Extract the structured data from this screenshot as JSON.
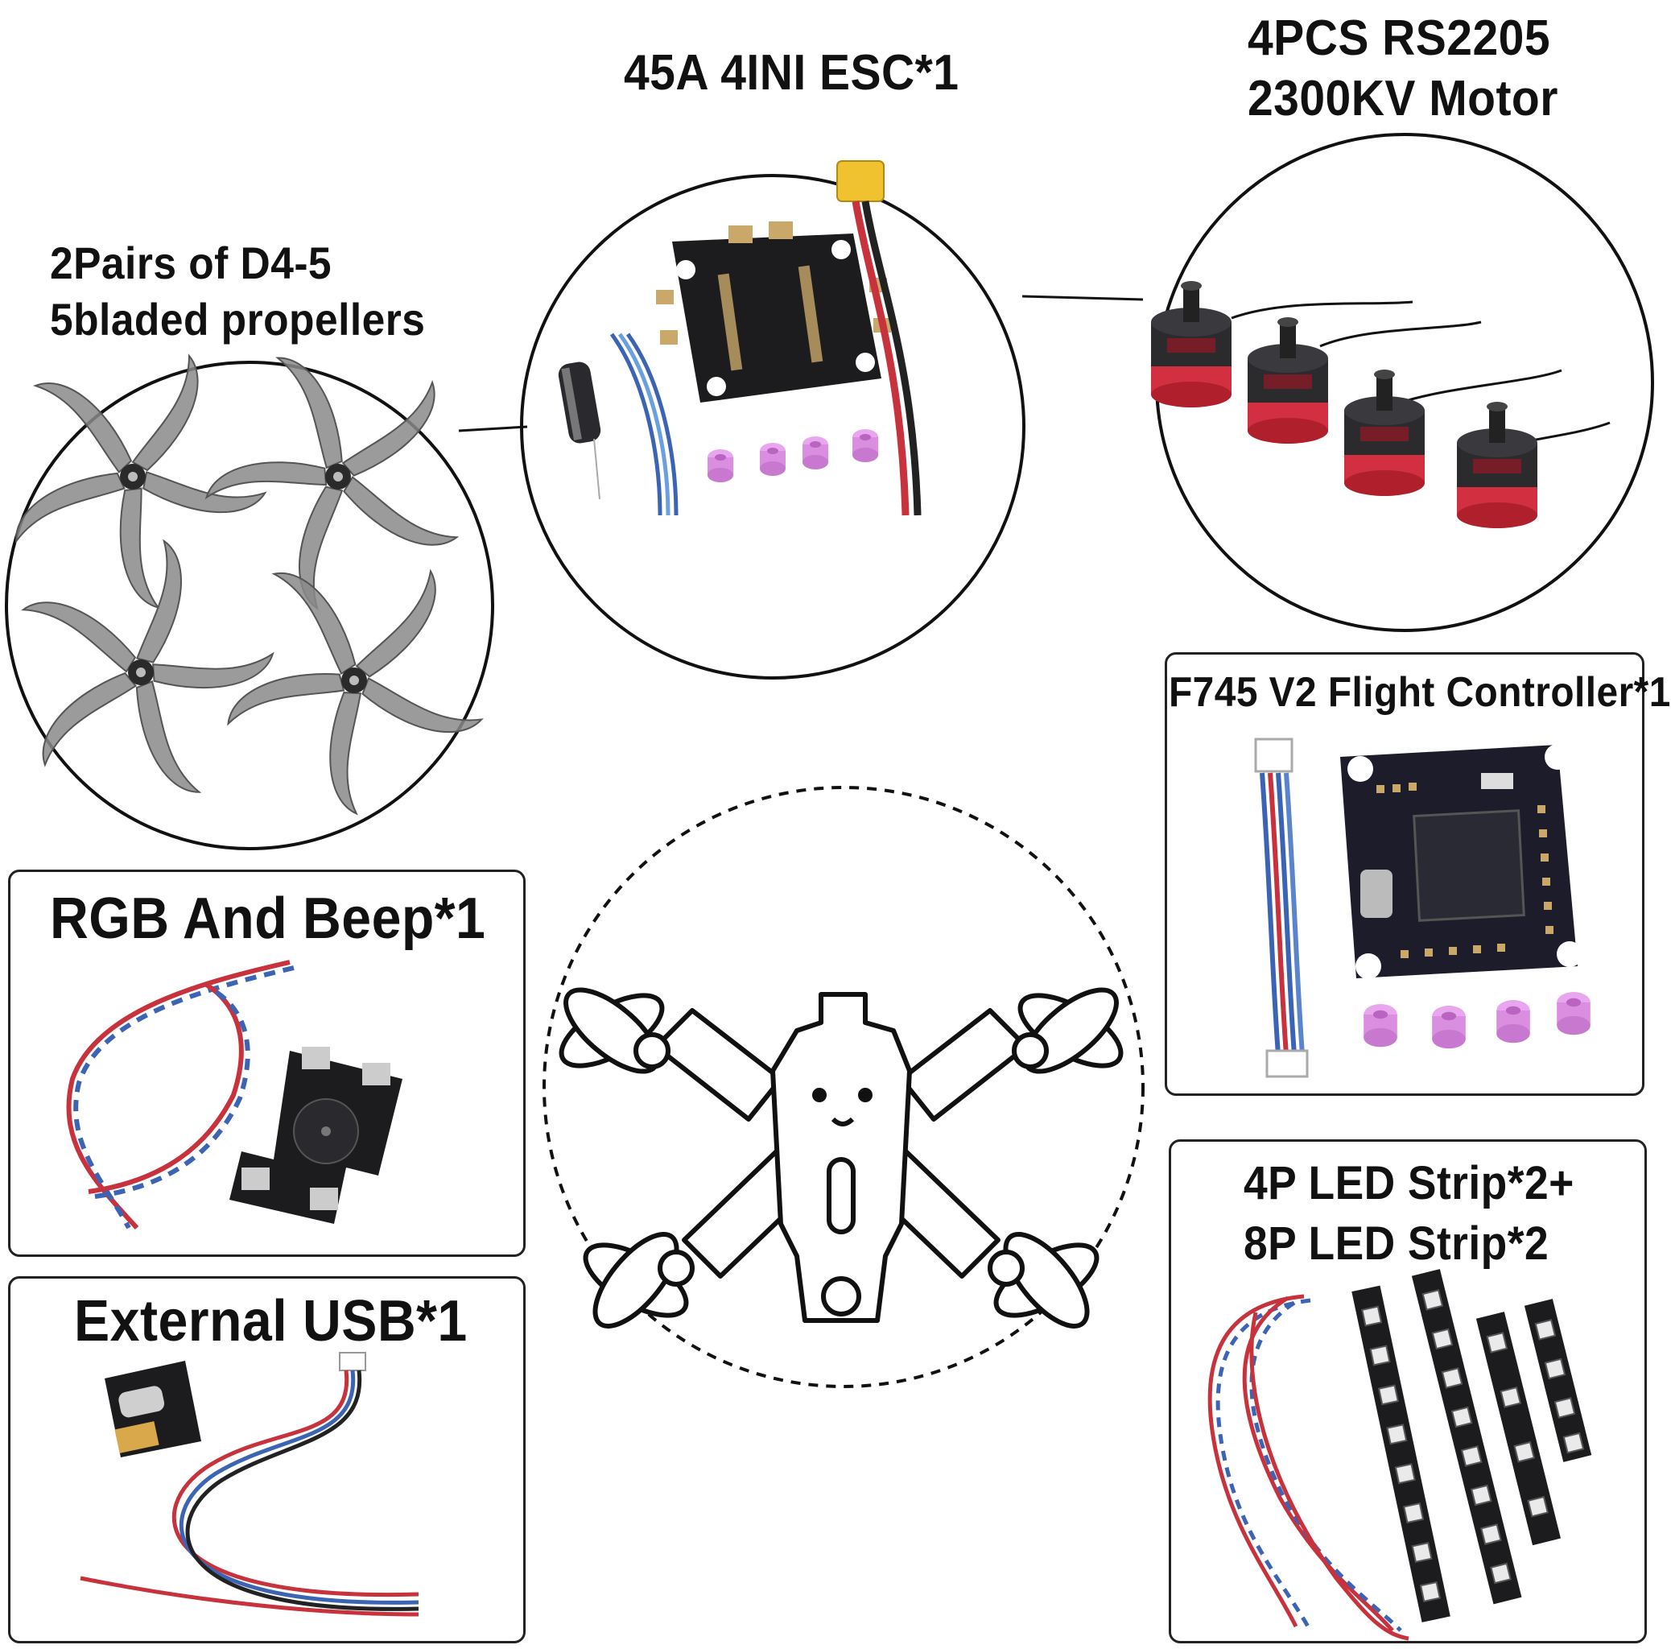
{
  "components": {
    "propellers": {
      "line1": "2Pairs of D4-5",
      "line2": "5bladed propellers"
    },
    "esc": {
      "label": "45A 4INI ESC*1"
    },
    "motors": {
      "line1": "4PCS RS2205",
      "line2": "2300KV Motor"
    },
    "flight_controller": {
      "label": "F745 V2 Flight Controller*1"
    },
    "rgb_beep": {
      "label": "RGB And Beep*1"
    },
    "external_usb": {
      "label": "External USB*1"
    },
    "led_strip": {
      "line1": "4P LED Strip*2+",
      "line2": "8P LED Strip*2"
    }
  },
  "colors": {
    "wire_red": "#c8323c",
    "wire_blue": "#3c64b4",
    "motor_red": "#d23040",
    "pink_pad": "#d98ee0",
    "prop_gray": "#7d7d7d",
    "board_black": "#1c1c1e"
  }
}
